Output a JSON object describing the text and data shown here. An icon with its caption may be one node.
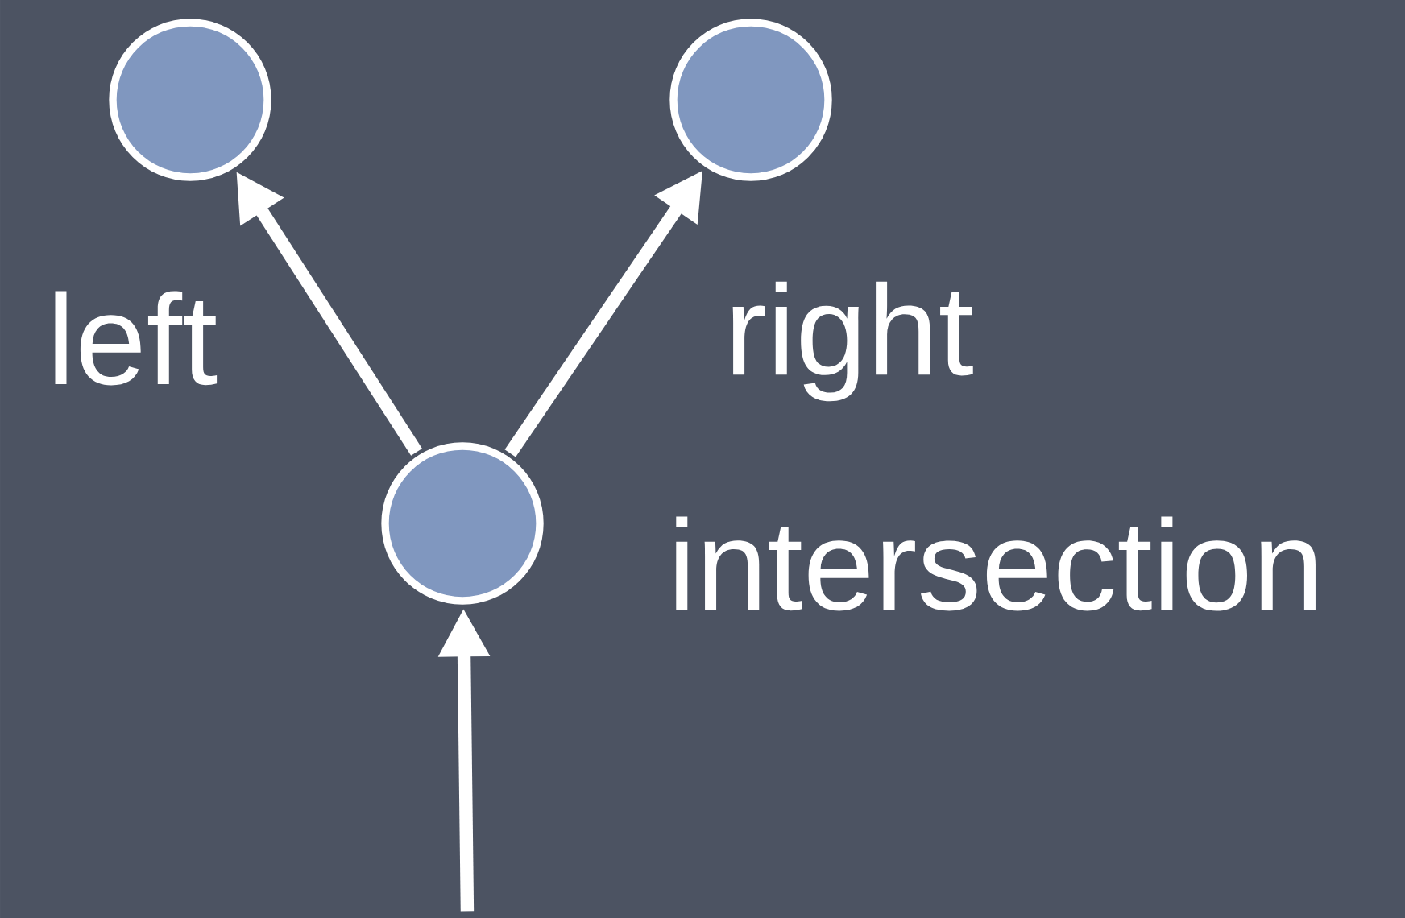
{
  "diagram": {
    "nodes": [
      {
        "text": [],
        "shape": "circle"
      },
      {
        "text": [],
        "shape": "circle"
      },
      {
        "text": [],
        "shape": "circle",
        "beside": [
          "intersection"
        ]
      }
    ],
    "edges": [
      {
        "from": 2,
        "to": 0,
        "arrow": "to",
        "label": "left"
      },
      {
        "from": 2,
        "to": 1,
        "arrow": "to",
        "label": "right"
      },
      {
        "from": null,
        "to": 2,
        "arrow": "to"
      }
    ]
  }
}
